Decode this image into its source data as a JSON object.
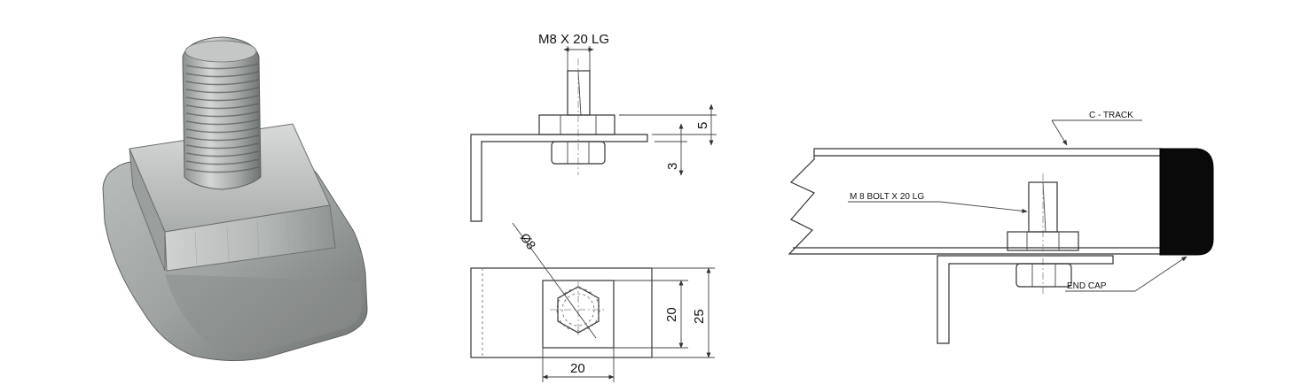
{
  "photo": {
    "subject": "T-bolt with square slot nut",
    "icon": "tbolt-photo"
  },
  "front_view": {
    "bolt_label": "M8 X 20 LG",
    "dim_nut_height": "5",
    "dim_plate_thickness": "3"
  },
  "top_view": {
    "dim_diameter": "Ø8",
    "dim_inner_width": "20",
    "dim_outer_height": "25",
    "dim_bottom_width": "20"
  },
  "assembly_view": {
    "c_track_label": "C - TRACK",
    "bolt_label": "M 8  BOLT X 20 LG",
    "end_cap_label": "END CAP"
  },
  "colors": {
    "line": "#333333",
    "end_cap": "#0a0a0a",
    "metal_light": "#c9ccca",
    "metal_dark": "#7c807e"
  }
}
